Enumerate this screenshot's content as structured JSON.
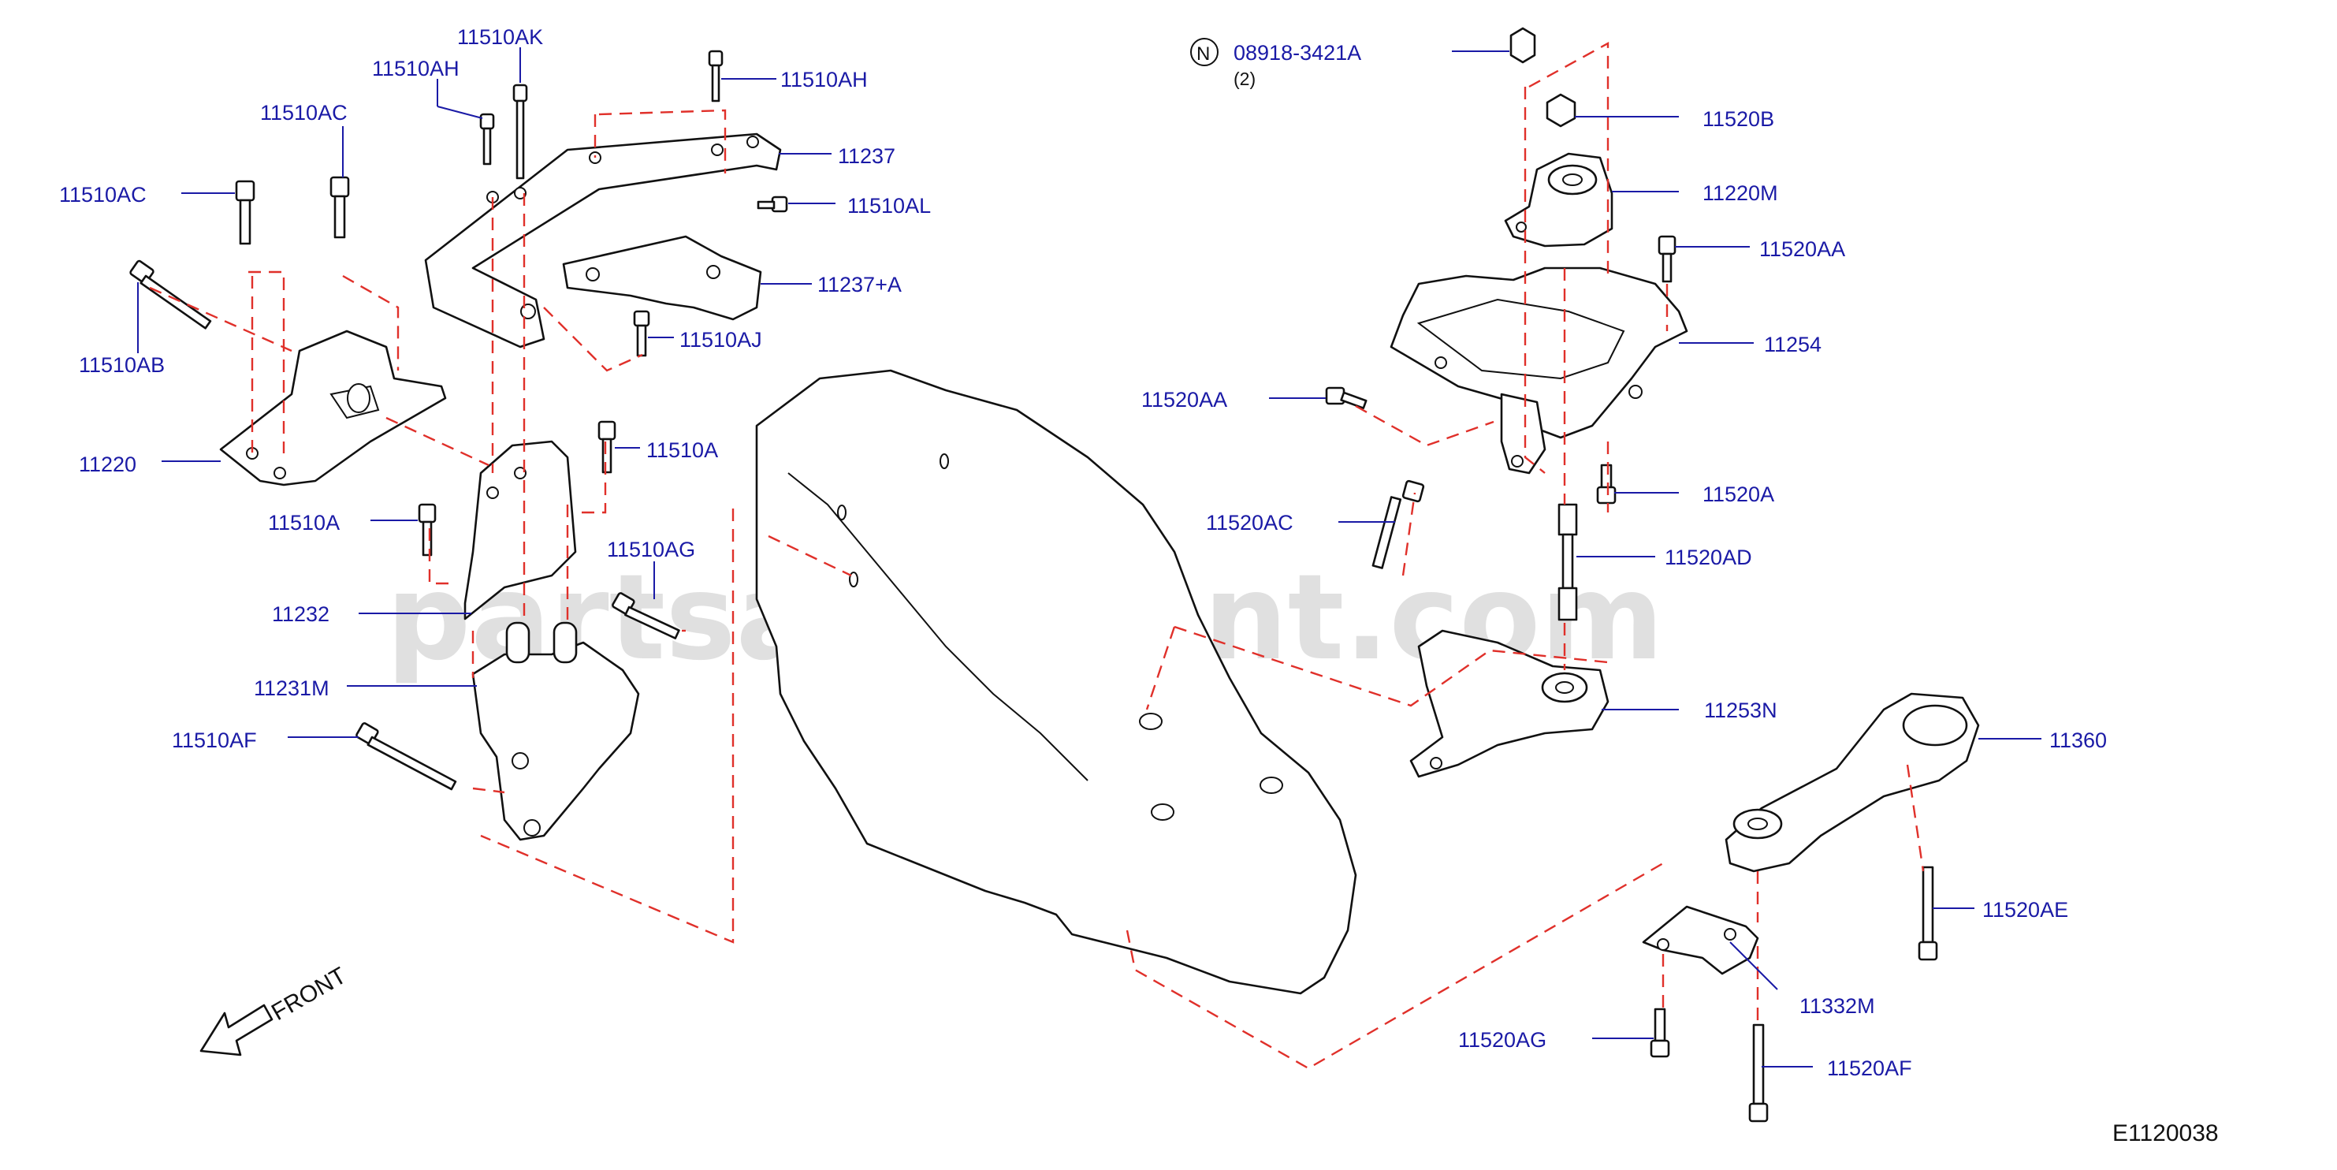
{
  "labels": {
    "p11510AK": "11510AK",
    "p11510AH_a": "11510AH",
    "p11510AH_b": "11510AH",
    "p11510AC_a": "11510AC",
    "p11510AC_b": "11510AC",
    "p11237": "11237",
    "p11510AL": "11510AL",
    "p11237A": "11237+A",
    "p11510AB": "11510AB",
    "p11510AJ": "11510AJ",
    "p11220": "11220",
    "p11510A_a": "11510A",
    "p11510A_b": "11510A",
    "p11232": "11232",
    "p11510AG": "11510AG",
    "p11231M": "11231M",
    "p11510AF": "11510AF",
    "p08918": "08918-3421A",
    "p08918qty": "(2)",
    "p11520B": "11520B",
    "p11220M": "11220M",
    "p11520AA_a": "11520AA",
    "p11520AA_b": "11520AA",
    "p11254": "11254",
    "p11520A": "11520A",
    "p11520AC": "11520AC",
    "p11520AD": "11520AD",
    "p11253N": "11253N",
    "p11360": "11360",
    "p11520AE": "11520AE",
    "p11332M": "11332M",
    "p11520AG": "11520AG",
    "p11520AF": "11520AF"
  },
  "n_marker": "N",
  "front": "FRONT",
  "watermark": "partsassistant.com",
  "diagram_code": "E1120038",
  "colors": {
    "label": "#1a1aa6",
    "dashed": "#e0302a",
    "line": "#111111"
  }
}
